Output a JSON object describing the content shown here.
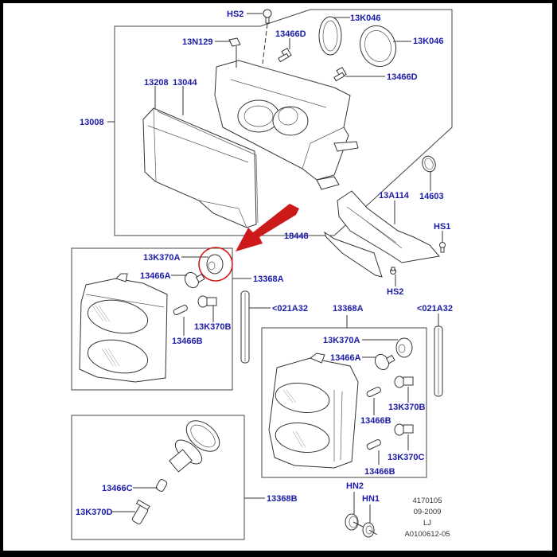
{
  "diagram": {
    "title": "Headlamp and side/indicator lamp assembly parts diagram",
    "accent_color": "#cc1a1a",
    "label_color": "#1a1aa8",
    "groups": {
      "headlamp": {
        "labels": {
          "hs2_top": "HS2",
          "n13n129": "13N129",
          "n13466d_a": "13466D",
          "n13k046_a": "13K046",
          "n13k046_b": "13K046",
          "n13466d_b": "13466D",
          "n13208": "13208",
          "n13044": "13044",
          "n13008": "13008"
        }
      },
      "bracket": {
        "labels": {
          "n13a114": "13A114",
          "n14603": "14603",
          "hs1": "HS1",
          "n18448": "18448",
          "hs2_bottom": "HS2"
        }
      },
      "front_lamp_left": {
        "labels": {
          "n13k370a": "13K370A",
          "n13466a": "13466A",
          "n13368a": "13368A",
          "n13k370b": "13K370B",
          "n13466b": "13466B",
          "n021a32": "<021A32"
        }
      },
      "front_lamp_right": {
        "labels": {
          "n13368a": "13368A",
          "n021a32": "<021A32",
          "n13k370a": "13K370A",
          "n13466a": "13466A",
          "n13k370b": "13K370B",
          "n13466b_a": "13466B",
          "n13k370c": "13K370C",
          "n13466b_b": "13466B"
        }
      },
      "side_repeater": {
        "labels": {
          "n13466c": "13466C",
          "n13k370d": "13K370D",
          "n13368b": "13368B"
        }
      },
      "fasteners": {
        "labels": {
          "hn2": "HN2",
          "hn1": "HN1"
        }
      }
    },
    "reference": {
      "code": "4170105",
      "date": "09-2009",
      "initials": "LJ",
      "drawing_no": "A0100612-05"
    }
  }
}
